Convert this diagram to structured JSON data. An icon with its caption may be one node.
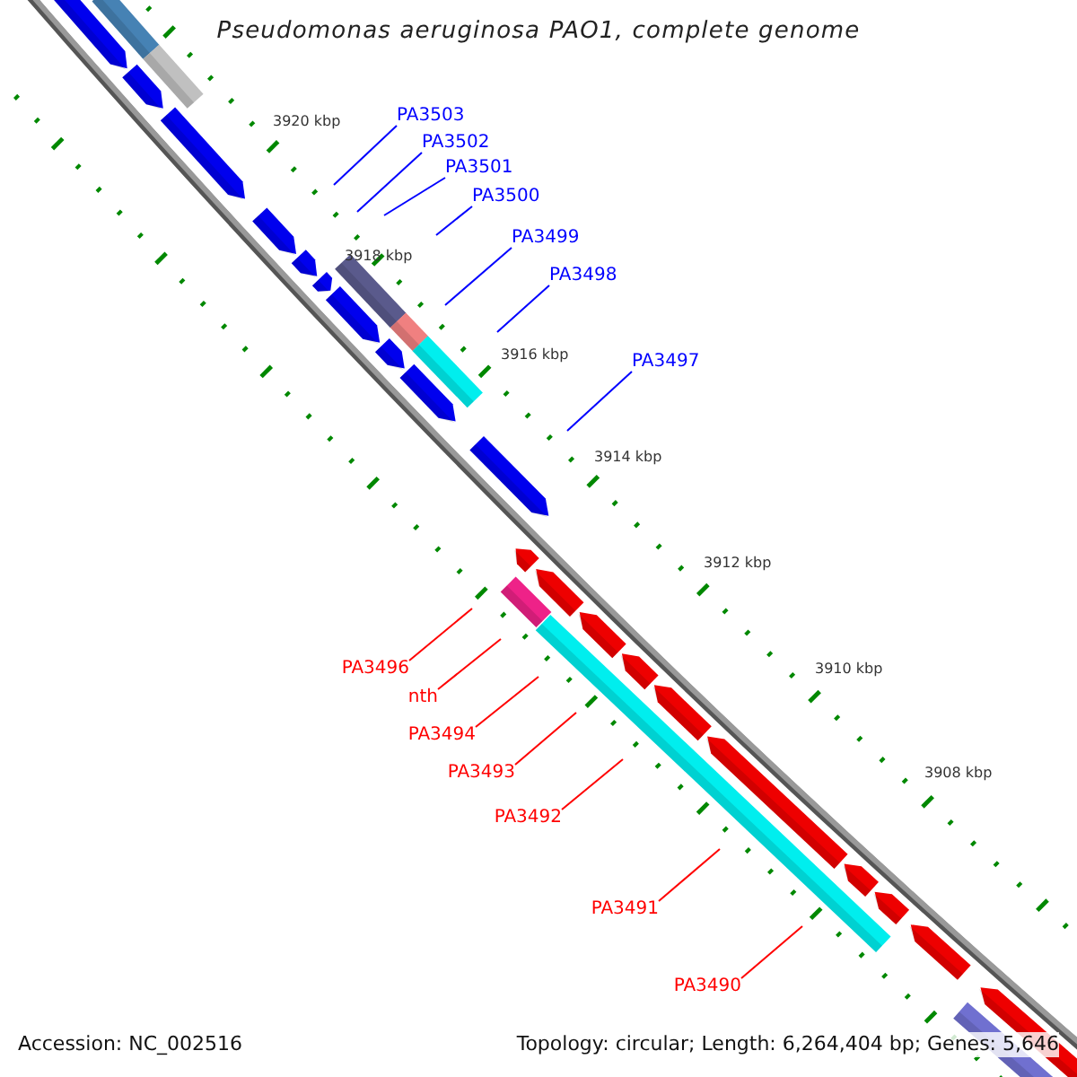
{
  "diagram": {
    "title": "Pseudomonas aeruginosa PAO1, complete genome",
    "nodes": [
      {
        "text": [
          "PA3503"
        ]
      },
      {
        "text": [
          "PA3502"
        ]
      },
      {
        "text": [
          "PA3501"
        ]
      },
      {
        "text": [
          "PA3500"
        ]
      },
      {
        "text": [
          "PA3499"
        ]
      },
      {
        "text": [
          "PA3498"
        ]
      },
      {
        "text": [
          "PA3497"
        ]
      },
      {
        "text": [
          "PA3496"
        ]
      },
      {
        "text": [
          "nth"
        ]
      },
      {
        "text": [
          "PA3494"
        ]
      },
      {
        "text": [
          "PA3493"
        ]
      },
      {
        "text": [
          "PA3492"
        ]
      },
      {
        "text": [
          "PA3491"
        ]
      },
      {
        "text": [
          "PA3490"
        ]
      }
    ],
    "edges": [
      {
        "from": 0,
        "to": null,
        "arrow": "none"
      },
      {
        "from": 1,
        "to": null,
        "arrow": "none"
      },
      {
        "from": 2,
        "to": null,
        "arrow": "none"
      },
      {
        "from": 3,
        "to": null,
        "arrow": "none"
      },
      {
        "from": 4,
        "to": null,
        "arrow": "none"
      },
      {
        "from": 5,
        "to": null,
        "arrow": "none"
      },
      {
        "from": 6,
        "to": null,
        "arrow": "none"
      },
      {
        "from": 7,
        "to": null,
        "arrow": "none",
        "color": "#ff0000"
      },
      {
        "from": 8,
        "to": null,
        "arrow": "none",
        "color": "#ff0000"
      },
      {
        "from": 9,
        "to": null,
        "arrow": "none",
        "color": "#ff0000"
      },
      {
        "from": 10,
        "to": null,
        "arrow": "none",
        "color": "#ff0000"
      },
      {
        "from": 11,
        "to": null,
        "arrow": "none",
        "color": "#ff0000"
      },
      {
        "from": 12,
        "to": null,
        "arrow": "none",
        "color": "#ff0000"
      },
      {
        "from": 13,
        "to": null,
        "arrow": "none",
        "color": "#ff0000"
      }
    ],
    "labels": [
      "3920 kbp",
      "3918 kbp",
      "3916 kbp",
      "3914 kbp",
      "3912 kbp",
      "3910 kbp",
      "3908 kbp",
      "Accession: NC_002516",
      "Topology: circular; Length: 6,264,404 bp; Genes: 5,646"
    ]
  }
}
